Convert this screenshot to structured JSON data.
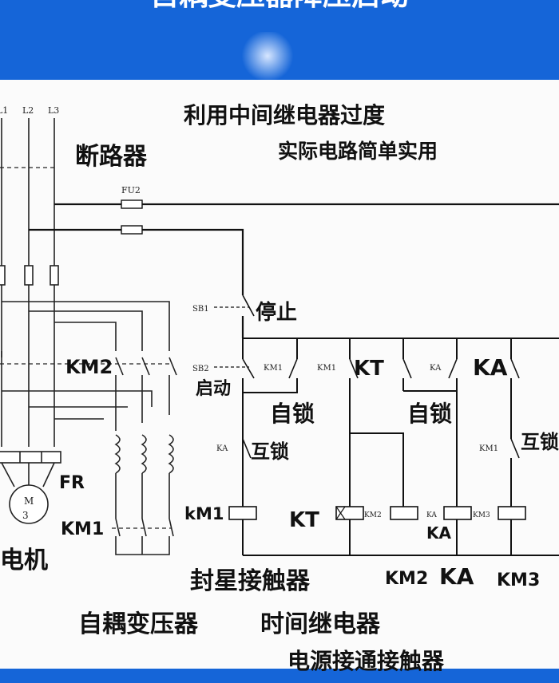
{
  "header": {
    "title": "自耦变压器降压启动"
  },
  "titles": {
    "line1": "利用中间继电器过度",
    "line2": "实际电路简单实用"
  },
  "labels": {
    "L1": "L1",
    "L2": "L2",
    "L3": "L3",
    "breaker": "断路器",
    "FU2": "FU2",
    "SB1": "SB1",
    "stop": "停止",
    "SB2": "SB2",
    "start": "启动",
    "KM2_power": "KM2",
    "KM1_c1": "KM1",
    "KM1_c2": "KM1",
    "KT_c": "KT",
    "KA_c1": "KA",
    "KA_big": "KA",
    "selflock1": "自锁",
    "selflock2": "自锁",
    "KA_small": "KA",
    "interlock1": "互锁",
    "KM1_small": "KM1",
    "interlock2": "互锁",
    "FR": "FR",
    "motor_M": "M",
    "motor_3": "3",
    "KM1_power": "KM1",
    "motor": "电机",
    "coil_kM1": "kM1",
    "coil_KT": "KT",
    "coil_KM2_small": "KM2",
    "coil_KA_small": "KA",
    "coil_KA_big": "KA",
    "coil_KM3_small": "KM3",
    "star_contactor": "封星接触器",
    "bottom_KM2": "KM2",
    "bottom_KA": "KA",
    "bottom_KM3": "KM3",
    "autotransformer": "自耦变压器",
    "time_relay": "时间继电器",
    "power_contactor": "电源接通接触器"
  }
}
